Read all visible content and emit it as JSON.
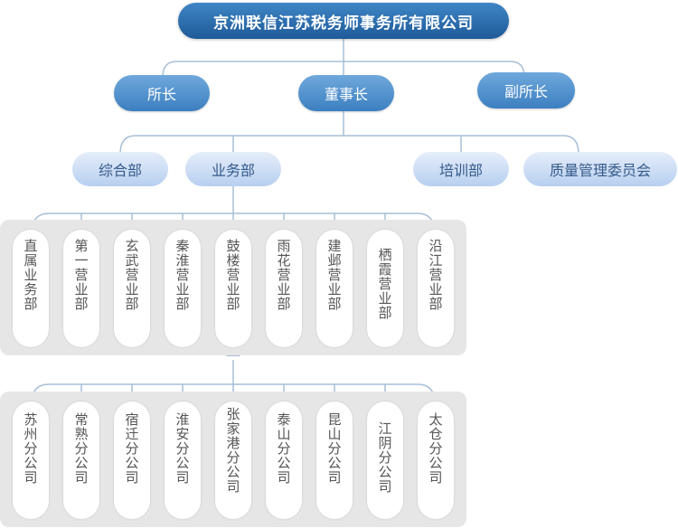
{
  "company": "京洲联信江苏税务师事务所有限公司",
  "level2": [
    "所长",
    "董事长",
    "副所长"
  ],
  "departments": [
    "综合部",
    "业务部",
    "培训部",
    "质量管理委员会"
  ],
  "sales_offices": [
    "直属业务部",
    "第一营业部",
    "玄武营业部",
    "秦淮营业部",
    "鼓楼营业部",
    "雨花营业部",
    "建邺营业部",
    "栖霞营业部",
    "沿江营业部"
  ],
  "branches": [
    "苏州分公司",
    "常熟分公司",
    "宿迁分公司",
    "淮安分公司",
    "张家港分公司",
    "泰山分公司",
    "昆山分公司",
    "江阴分公司",
    "太仓分公司"
  ],
  "colors": {
    "primary": "#1f5a99",
    "accent": "#3c7fc0",
    "light": "#b7cff0",
    "line": "#a6bfd6",
    "panel": "#e6e6e6"
  }
}
